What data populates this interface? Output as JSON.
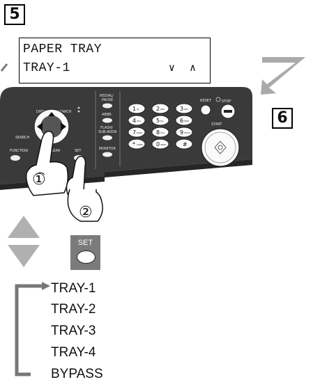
{
  "steps": {
    "current": "5",
    "next": "6"
  },
  "lcd": {
    "line1": "PAPER TRAY",
    "line2": "TRAY-1",
    "scroll_arrows": "∨ ∧"
  },
  "panel": {
    "directory_search": "DIRECTORY SEARCH",
    "search": "SEARCH",
    "function": "FUNCTION",
    "clear": "CLEAR",
    "set": "SET",
    "redial_pause": [
      "REDIAL/",
      "PAUSE"
    ],
    "abbr": "ABBR",
    "flash_subaddr": [
      "FLASH/",
      "SUB-ADDR"
    ],
    "monitor": "MONITOR",
    "reset": "RESET",
    "stop": "STOP",
    "start": "START",
    "keys": [
      {
        "digit": "1",
        "sub": "@."
      },
      {
        "digit": "2",
        "sub": "ABC"
      },
      {
        "digit": "3",
        "sub": "DEF"
      },
      {
        "digit": "4",
        "sub": "GHI"
      },
      {
        "digit": "5",
        "sub": "JKL"
      },
      {
        "digit": "6",
        "sub": "MNO"
      },
      {
        "digit": "7",
        "sub": "PQRS"
      },
      {
        "digit": "8",
        "sub": "TUV"
      },
      {
        "digit": "9",
        "sub": "WXYZ"
      },
      {
        "digit": "*",
        "sub": "TONE"
      },
      {
        "digit": "0",
        "sub": "OPER"
      },
      {
        "digit": "#",
        "sub": ""
      }
    ],
    "callout_1": "①",
    "callout_2": "②"
  },
  "set_key": {
    "label": "SET"
  },
  "tray_options": [
    "TRAY-1",
    "TRAY-2",
    "TRAY-3",
    "TRAY-4",
    "BYPASS"
  ],
  "colors": {
    "panel": "#3a3a3a",
    "panel_dark": "#262626",
    "arrow_gray": "#aaaaaa",
    "set_block": "#7b7b7b"
  }
}
